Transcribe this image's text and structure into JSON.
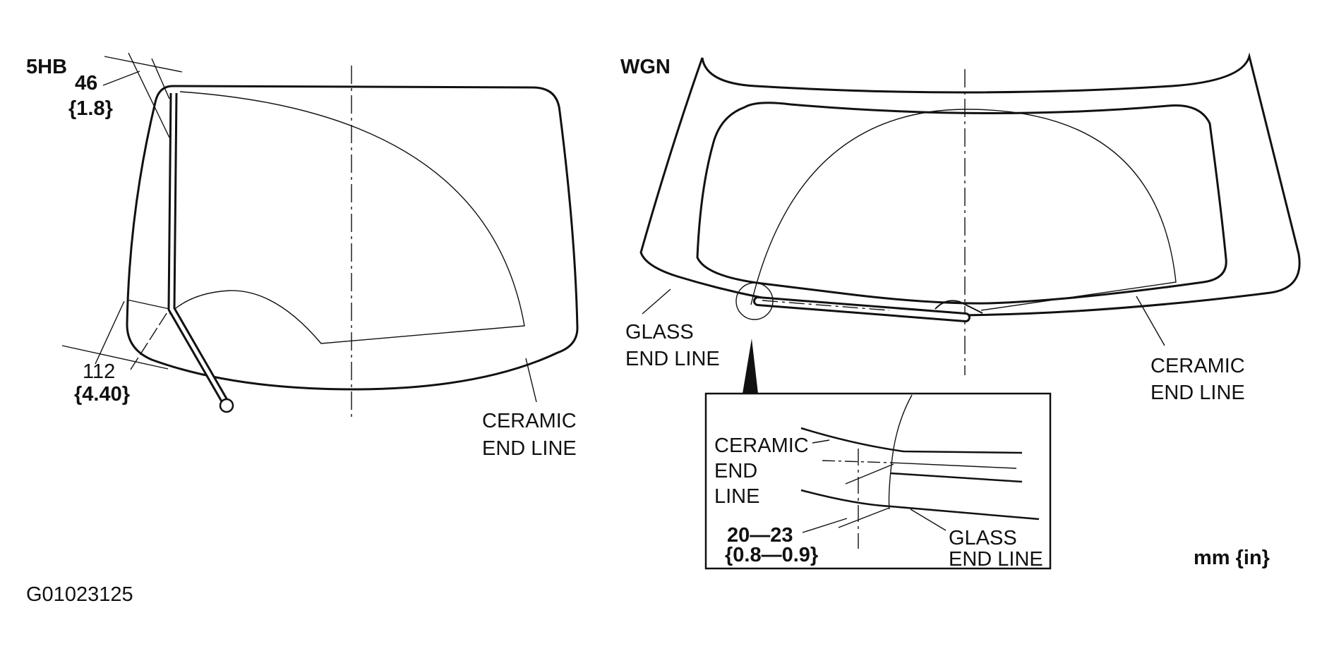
{
  "figure_id": "G01023125",
  "unit_note": "mm {in}",
  "left_view": {
    "title": "5HB",
    "dim_top_value": "46",
    "dim_top_inches": "{1.8}",
    "dim_bottom_value": "112",
    "dim_bottom_inches": "{4.40}",
    "ceramic_label_line1": "CERAMIC",
    "ceramic_label_line2": "END LINE"
  },
  "right_view": {
    "title": "WGN",
    "glass_label_line1": "GLASS",
    "glass_label_line2": "END LINE",
    "ceramic_label_line1": "CERAMIC",
    "ceramic_label_line2": "END LINE"
  },
  "detail": {
    "ceramic_line1": "CERAMIC",
    "ceramic_line2": "END",
    "ceramic_line3": "LINE",
    "dim_value": "20—23",
    "dim_inches": "{0.8—0.9}",
    "glass_line1": "GLASS",
    "glass_line2": "END LINE"
  },
  "colors": {
    "line": "#111111",
    "background": "#ffffff"
  }
}
